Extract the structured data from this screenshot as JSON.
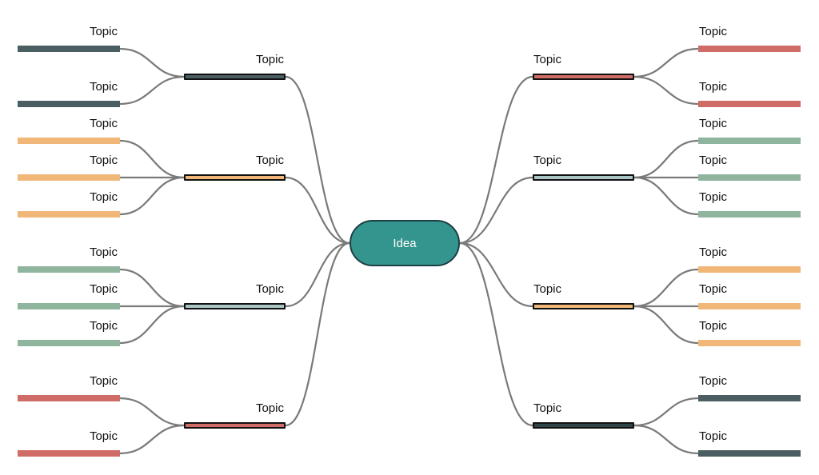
{
  "center": {
    "label": "Idea",
    "fill": "#34958e",
    "stroke": "#1f3f44"
  },
  "connector_color": "#7a7a7a",
  "palette": {
    "slate": "#4b5f62",
    "orange": "#f0b778",
    "sage": "#90b59e",
    "red": "#d06c68"
  },
  "branches": [
    {
      "side": "left",
      "label": "Topic",
      "color": "#4b5f62",
      "children": [
        {
          "label": "Topic",
          "color": "#4b5f62"
        },
        {
          "label": "Topic",
          "color": "#4b5f62"
        }
      ]
    },
    {
      "side": "left",
      "label": "Topic",
      "color": "#f0b778",
      "children": [
        {
          "label": "Topic",
          "color": "#f0b778"
        },
        {
          "label": "Topic",
          "color": "#f0b778"
        },
        {
          "label": "Topic",
          "color": "#f0b778"
        }
      ]
    },
    {
      "side": "left",
      "label": "Topic",
      "color": "#a9c6c4",
      "children": [
        {
          "label": "Topic",
          "color": "#90b59e"
        },
        {
          "label": "Topic",
          "color": "#90b59e"
        },
        {
          "label": "Topic",
          "color": "#90b59e"
        }
      ]
    },
    {
      "side": "left",
      "label": "Topic",
      "color": "#d06c68",
      "children": [
        {
          "label": "Topic",
          "color": "#d06c68"
        },
        {
          "label": "Topic",
          "color": "#d06c68"
        }
      ]
    },
    {
      "side": "right",
      "label": "Topic",
      "color": "#d06c68",
      "children": [
        {
          "label": "Topic",
          "color": "#d06c68"
        },
        {
          "label": "Topic",
          "color": "#d06c68"
        }
      ]
    },
    {
      "side": "right",
      "label": "Topic",
      "color": "#a9c6c4",
      "children": [
        {
          "label": "Topic",
          "color": "#90b59e"
        },
        {
          "label": "Topic",
          "color": "#90b59e"
        },
        {
          "label": "Topic",
          "color": "#90b59e"
        }
      ]
    },
    {
      "side": "right",
      "label": "Topic",
      "color": "#f0b778",
      "children": [
        {
          "label": "Topic",
          "color": "#f0b778"
        },
        {
          "label": "Topic",
          "color": "#f0b778"
        },
        {
          "label": "Topic",
          "color": "#f0b778"
        }
      ]
    },
    {
      "side": "right",
      "label": "Topic",
      "color": "#2f4446",
      "children": [
        {
          "label": "Topic",
          "color": "#4b5f62"
        },
        {
          "label": "Topic",
          "color": "#4b5f62"
        }
      ]
    }
  ]
}
